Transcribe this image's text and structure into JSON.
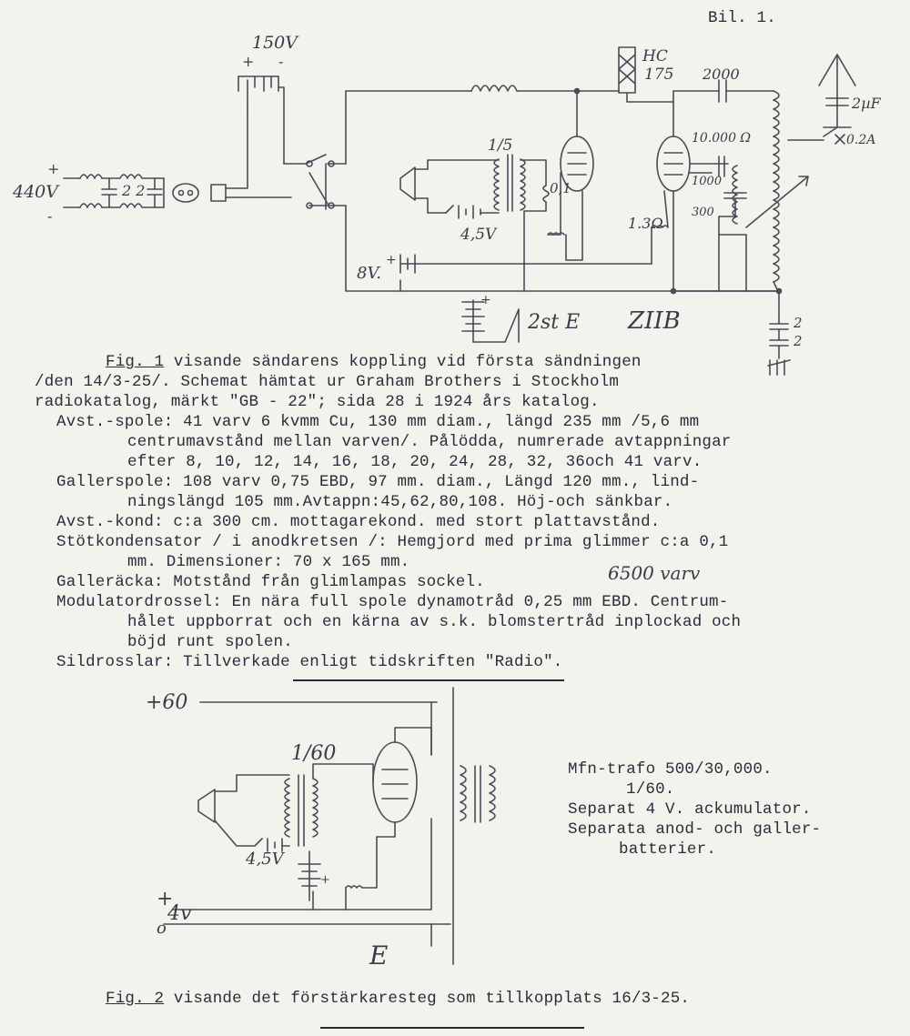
{
  "page_ref": "Bil. 1.",
  "fig1": {
    "labels": {
      "v150": "150V",
      "plus1": "+",
      "minus1": "-",
      "v440": "440V",
      "plus440": "+",
      "minus440": "-",
      "cap22": "2 2",
      "hc": "HC",
      "hc175": "175",
      "c2000": "2000",
      "c2uf": "2µF",
      "a02": "0.2A",
      "ratio15": "1/5",
      "r01": "0,1",
      "r10000": "10.000 Ω",
      "c1000": "1000",
      "c300": "300",
      "v45": "4,5V",
      "r13": "1.3Ω",
      "v8": "8V.",
      "plus8": "+",
      "plus_b": "+",
      "tube_left": "2st E",
      "tube_right": "ZIIB",
      "cap_bottom_1": "2",
      "cap_bottom_2": "2"
    },
    "caption_lines": [
      {
        "pre": "",
        "ul": "Fig. 1",
        "post": " visande sändarens koppling vid första sändningen"
      },
      {
        "pre": "",
        "ul": "",
        "post": "/den 14/3-25/. Schemat hämtat ur Graham Brothers i Stockholm"
      },
      {
        "pre": "",
        "ul": "",
        "post": "radiokatalog, märkt \"GB - 22\"; sida 28 i 1924 års katalog."
      },
      {
        "pre": "",
        "ul": "",
        "post": "Avst.-spole: 41 varv 6 kvmm Cu, 130 mm diam., längd 235 mm /5,6 mm"
      },
      {
        "pre": "",
        "ul": "",
        "post": "centrumavstånd mellan varven/. Pålödda, numrerade avtappningar"
      },
      {
        "pre": "",
        "ul": "",
        "post": "efter 8, 10, 12, 14, 16, 18, 20, 24, 28, 32, 36och 41 varv."
      },
      {
        "pre": "",
        "ul": "",
        "post": "Gallerspole: 108 varv 0,75 EBD, 97 mm. diam., Längd 120 mm., lind-"
      },
      {
        "pre": "",
        "ul": "",
        "post": "ningslängd 105 mm.Avtappn:45,62,80,108. Höj-och sänkbar."
      },
      {
        "pre": "",
        "ul": "",
        "post": "Avst.-kond: c:a 300 cm. mottagarekond. med stort plattavstånd."
      },
      {
        "pre": "",
        "ul": "",
        "post": "Stötkondensator / i anodkretsen /: Hemgjord med prima glimmer c:a 0,1"
      },
      {
        "pre": "",
        "ul": "",
        "post": "mm. Dimensioner: 70 x 165 mm."
      },
      {
        "pre": "",
        "ul": "",
        "post": "Galleräcka: Motstånd från glimlampas sockel."
      },
      {
        "pre": "",
        "ul": "",
        "post": "Modulatordrossel: En nära full spole dynamotråd 0,25 mm EBD. Centrum-"
      },
      {
        "pre": "",
        "ul": "",
        "post": "hålet uppborrat och en kärna av s.k. blomstertråd inplockad och"
      },
      {
        "pre": "",
        "ul": "",
        "post": "böjd runt spolen."
      },
      {
        "pre": "",
        "ul": "",
        "post": "Sildrosslar: Tillverkade enligt tidskriften \"Radio\"."
      }
    ],
    "handwritten_note": "6500 varv"
  },
  "fig2": {
    "labels": {
      "plus60": "+60",
      "ratio160": "1/60",
      "v45": "4,5V",
      "plus4": "+",
      "v4": "4v",
      "zero": "o",
      "e": "E",
      "plus_small": "+"
    },
    "notes": [
      "Mfn-trafo 500/30,000.",
      "1/60.",
      "Separat 4 V. ackumulator.",
      "Separata anod- och galler-",
      "batterier."
    ],
    "caption_ul": "Fig. 2",
    "caption_rest": " visande det förstärkaresteg som tillkopplats 16/3-25."
  }
}
